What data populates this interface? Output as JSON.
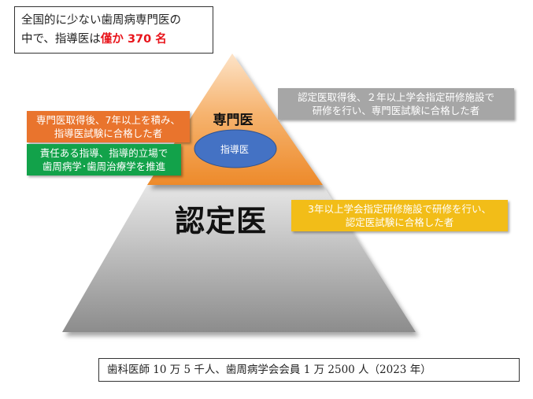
{
  "top_box": {
    "line1": "全国的に少ない歯周病専門医の",
    "line2_prefix": "中で、指導医は",
    "line2_highlight": "僅か 370 名"
  },
  "pyramid": {
    "top_label": "専門医",
    "ellipse_label": "指導医",
    "bottom_label": "認定医"
  },
  "gray_box": {
    "line1": "認定医取得後、２年以上学会指定研修施設で",
    "line2": "研修を行い、専門医試験に合格した者"
  },
  "orange_box": {
    "line1": "専門医取得後、7年以上を積み、",
    "line2": "指導医試験に合格した者"
  },
  "green_box": {
    "line1": "責任ある指導、指導的立場で",
    "line2": "歯周病学･歯周治療学を推進"
  },
  "yellow_box": {
    "line1": "3年以上学会指定研修施設で研修を行い、",
    "line2": "認定医試験に合格した者"
  },
  "bottom_box": {
    "text": "歯科医師 10 万 5 千人、歯周病学会会員 1 万 2500 人（2023 年）"
  },
  "colors": {
    "orange": "#e9742d",
    "green": "#12a24a",
    "gray": "#a6a6a6",
    "yellow": "#f2bd18",
    "ellipse": "#4472c4",
    "highlight": "#e8141b"
  }
}
